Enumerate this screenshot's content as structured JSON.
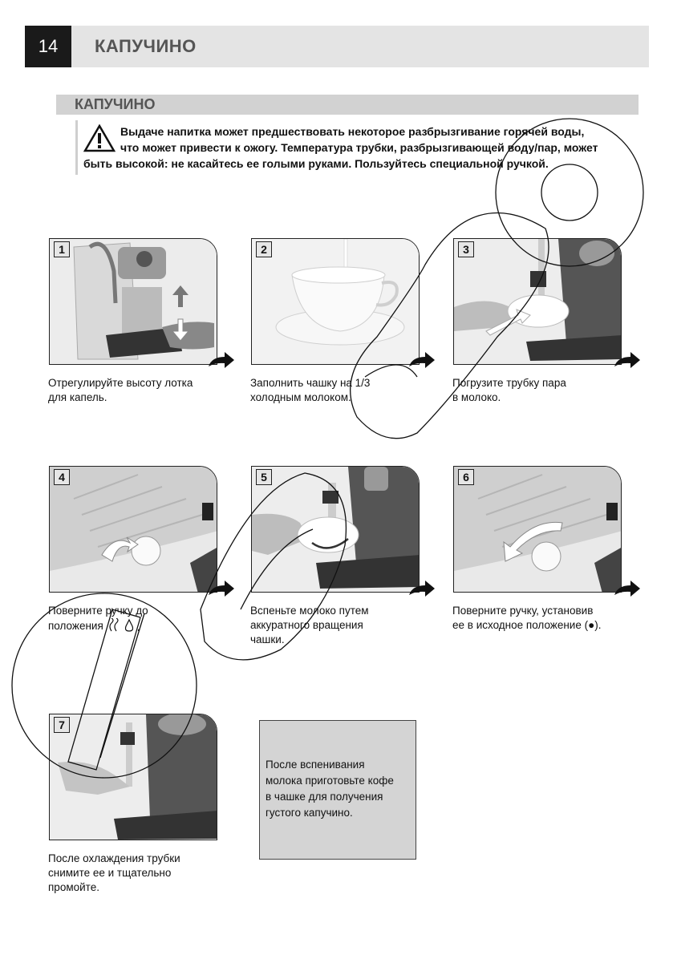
{
  "header": {
    "page_number": "14",
    "title": "КАПУЧИНО"
  },
  "section": {
    "title": "КАПУЧИНО"
  },
  "warning": {
    "line1": "Выдаче напитка может предшествовать некоторое разбрызгивание горячей воды,",
    "line2": "что может привести к ожогу. Температура трубки, разбрызгивающей воду/пар, может",
    "line3": "быть высокой: не касайтесь ее голыми руками. Пользуйтесь специальной ручкой.",
    "icon": "warning-triangle-icon"
  },
  "steps": [
    {
      "number": "1",
      "caption_lines": [
        "Отрегулируйте высоту лотка",
        "для капель."
      ]
    },
    {
      "number": "2",
      "caption_lines": [
        "Заполнить чашку на 1/3",
        "холодным молоком."
      ]
    },
    {
      "number": "3",
      "caption_lines": [
        "Погрузите трубку пара",
        "в молоко."
      ]
    },
    {
      "number": "4",
      "caption_lines": [
        "Поверните ручку до",
        "положения"
      ]
    },
    {
      "number": "5",
      "caption_lines": [
        "Вспеньте молоко путем",
        "аккуратного вращения",
        "чашки."
      ]
    },
    {
      "number": "6",
      "caption_lines": [
        "Поверните ручку, установив",
        "ее в исходное положение (●)."
      ]
    },
    {
      "number": "7",
      "caption_lines": [
        "После охлаждения трубки",
        "снимите ее и тщательно",
        "промойте."
      ]
    }
  ],
  "note": {
    "lines": [
      "После вспенивания",
      "молока приготовьте  кофе",
      "в чашке для получения",
      "густого капучино."
    ]
  },
  "colors": {
    "header_bg": "#e4e4e4",
    "page_number_bg": "#1a1a1a",
    "section_bar": "#d2d2d2",
    "note_bg": "#d4d4d4"
  }
}
